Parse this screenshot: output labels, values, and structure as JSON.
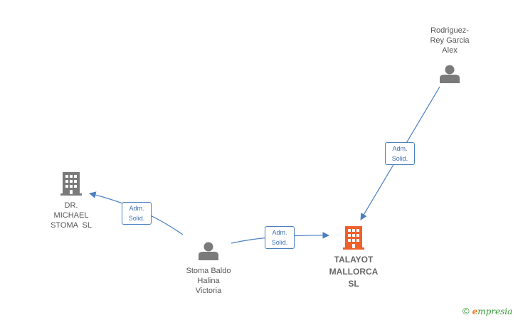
{
  "nodes": {
    "rodriguez": {
      "label_lines": [
        "Rodriguez-",
        "Rey Garcia",
        "Alex"
      ],
      "kind": "person"
    },
    "dr_michael": {
      "label_lines": [
        "DR.",
        "MICHAEL",
        "STOMA  SL"
      ],
      "kind": "company"
    },
    "stoma": {
      "label_lines": [
        "Stoma Baldo",
        "Halina",
        "Victoria"
      ],
      "kind": "person"
    },
    "talayot": {
      "label_lines": [
        "TALAYOT",
        "MALLORCA",
        "SL"
      ],
      "kind": "company-main"
    }
  },
  "edges": [
    {
      "from": "rodriguez",
      "to": "talayot",
      "label_lines": [
        "Adm.",
        "Solid."
      ]
    },
    {
      "from": "stoma",
      "to": "dr_michael",
      "label_lines": [
        "Adm.",
        "Solid."
      ]
    },
    {
      "from": "stoma",
      "to": "talayot",
      "label_lines": [
        "Adm.",
        "Solid."
      ]
    }
  ],
  "colors": {
    "edge": "#4a7fc1",
    "person_icon": "#7a7a7a",
    "company_icon": "#7a7a7a",
    "main_company_icon": "#f0602a"
  },
  "watermark": {
    "copyright": "©",
    "brand_first": "e",
    "brand_rest": "mpresia"
  }
}
